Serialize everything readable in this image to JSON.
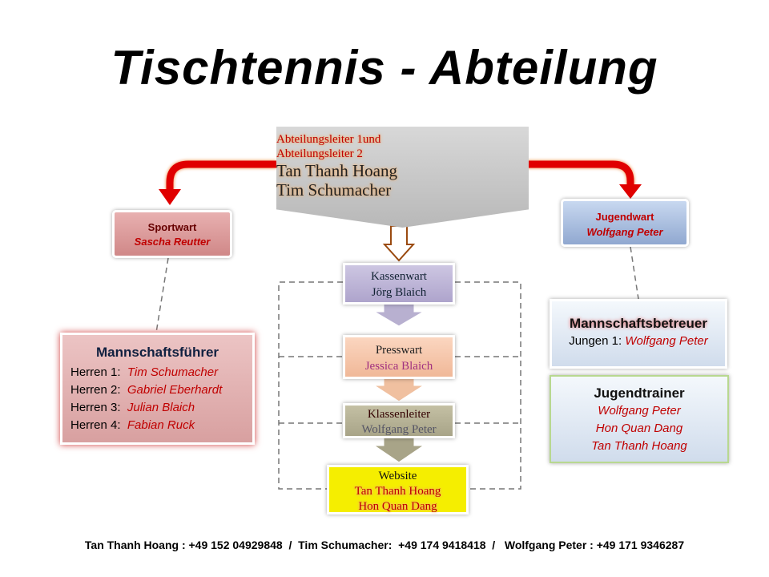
{
  "title": "Tischtennis - Abteilung",
  "top": {
    "role1": "Abteilungsleiter 1und",
    "role2": "Abteilungsleiter 2",
    "name1": "Tan Thanh Hoang",
    "name2": "Tim Schumacher"
  },
  "sportwart": {
    "role": "Sportwart",
    "name": "Sascha Reutter"
  },
  "jugendwart": {
    "role": "Jugendwart",
    "name": "Wolfgang Peter"
  },
  "kassenwart": {
    "role": "Kassenwart",
    "name": "Jörg Blaich"
  },
  "presswart": {
    "role": "Presswart",
    "name": "Jessica Blaich"
  },
  "klassenleiter": {
    "role": "Klassenleiter",
    "name": "Wolfgang Peter"
  },
  "website": {
    "role": "Website",
    "name1": "Tan Thanh Hoang",
    "name2": "Hon Quan Dang"
  },
  "mannschaftsfuehrer": {
    "title": "Mannschaftsführer",
    "rows": [
      {
        "label": "Herren 1:",
        "name": "Tim Schumacher"
      },
      {
        "label": "Herren 2:",
        "name": "Gabriel Eberhardt"
      },
      {
        "label": "Herren 3:",
        "name": "Julian Blaich"
      },
      {
        "label": "Herren 4:",
        "name": "Fabian Ruck"
      }
    ]
  },
  "mannschaftsbetreuer": {
    "title": "Mannschaftsbetreuer",
    "label": "Jungen 1:",
    "name": "Wolfgang Peter"
  },
  "jugendtrainer": {
    "title": "Jugendtrainer",
    "names": [
      "Wolfgang Peter",
      "Hon Quan Dang",
      "Tan Thanh Hoang"
    ]
  },
  "footer": "Tan Thanh Hoang : +49 152 04929848  /  Tim Schumacher:  +49 174 9418418  /   Wolfgang Peter : +49 171 9346287"
}
